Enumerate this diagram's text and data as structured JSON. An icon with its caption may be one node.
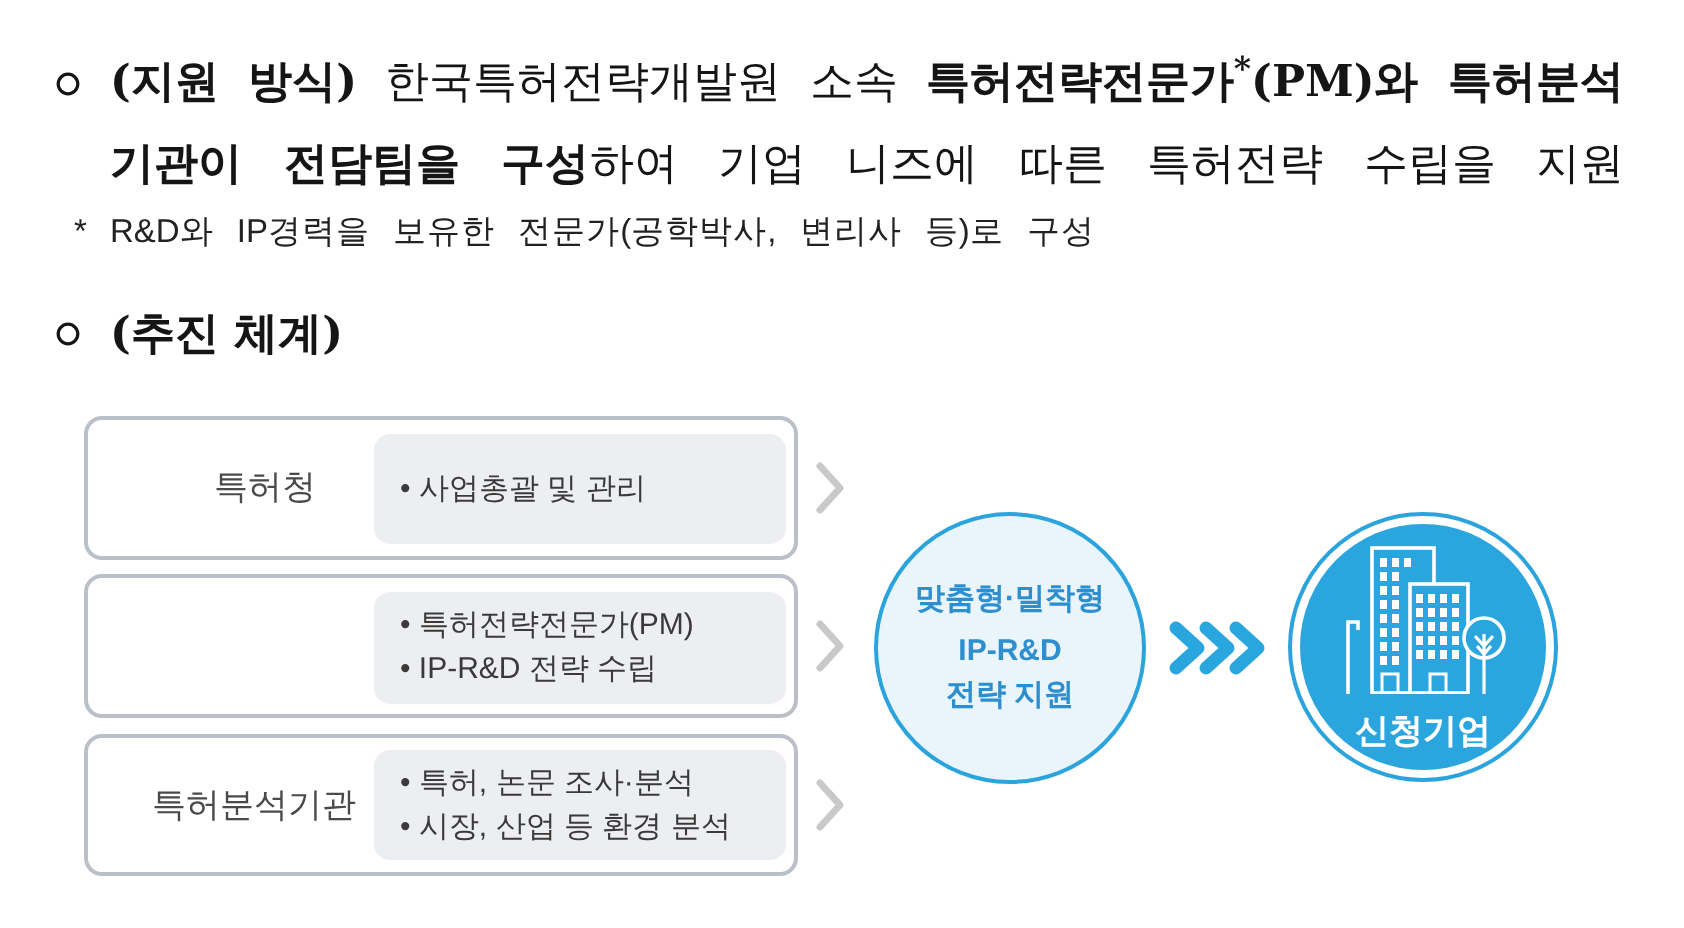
{
  "diagram": {
    "nodes": [
      {
        "text": [
          "특허청"
        ]
      },
      {
        "text": [
          "• 사업총괄 및 관리"
        ],
        "in": 0
      },
      {
        "text": [],
        "shape": "box"
      },
      {
        "text": [
          "• 특허전략전문가(PM)",
          "• IP-R&D 전략 수립"
        ],
        "in": 2
      },
      {
        "text": [
          "특허분석기관"
        ]
      },
      {
        "text": [
          "• 특허, 논문 조사·분석",
          "• 시장, 산업 등 환경 분석"
        ],
        "in": 4
      },
      {
        "text": [
          "맞춤형·밀착형",
          "IP-R&D 전략 지원"
        ]
      },
      {
        "text": [
          "신청기업"
        ]
      }
    ],
    "edges": [
      {
        "from": 0,
        "to": 6,
        "arrow": "to"
      },
      {
        "from": 2,
        "to": 6,
        "arrow": "to"
      },
      {
        "from": 4,
        "to": 6,
        "arrow": "to"
      },
      {
        "from": 6,
        "to": 7,
        "arrow": "to",
        "style": "thick",
        "color": "#2aa6df"
      }
    ],
    "labels": [
      "**(지원 방식)** 한국특허전략개발원 소속 **특허전략전문가$^{*}$(PM)와 특허분석 기관이 전담팀을 구성**하여 기업 니즈에 따른 특허전략 수립을 지원",
      "* R&D와 IP경력을 보유한 전문가(공학박사, 변리사 등)로 구성",
      "(추진 체계)"
    ]
  }
}
